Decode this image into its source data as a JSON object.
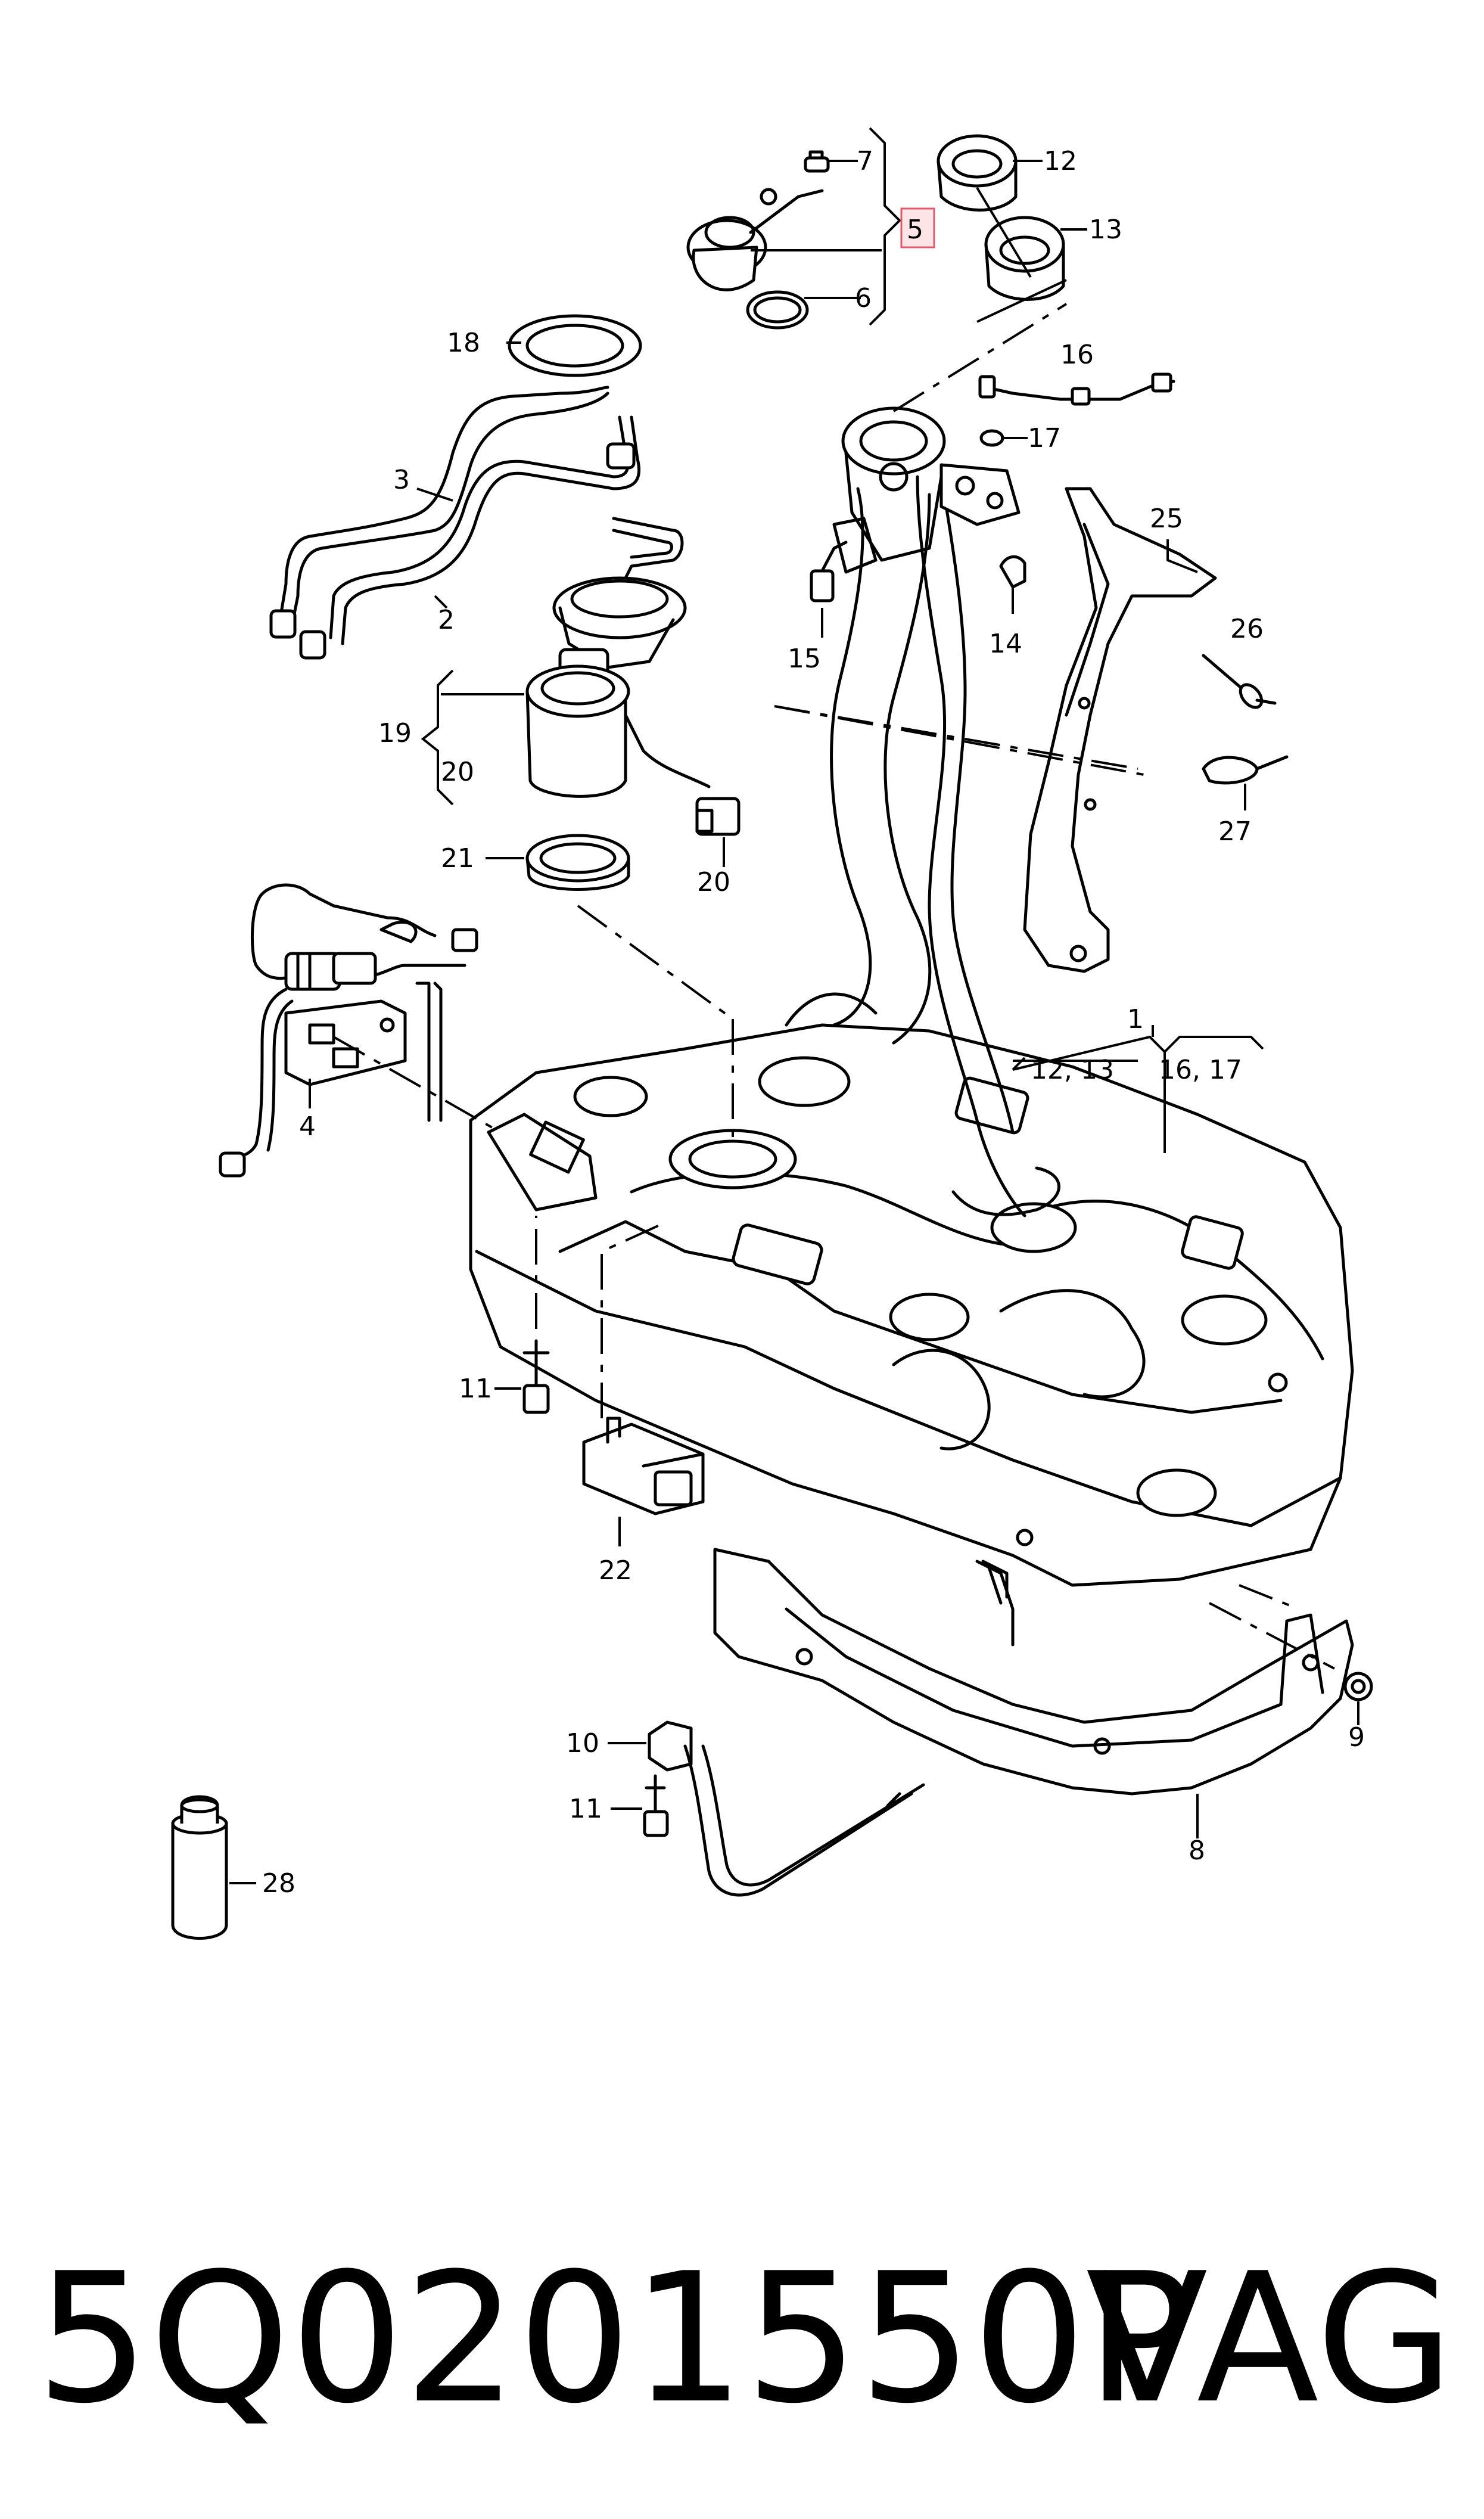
{
  "callouts": {
    "c1": "1",
    "c1_left": "12, 13",
    "c1_right": "16, 17",
    "c2": "2",
    "c3": "3",
    "c4": "4",
    "c5": "5",
    "c6": "6",
    "c7": "7",
    "c8": "8",
    "c9": "9",
    "c10": "10",
    "c11a": "11",
    "c11b": "11",
    "c12": "12",
    "c13": "13",
    "c14": "14",
    "c15": "15",
    "c16": "16",
    "c17": "17",
    "c18": "18",
    "c19": "19",
    "c20a": "20",
    "c20b": "20",
    "c21": "21",
    "c22": "22",
    "c25": "25",
    "c26": "26",
    "c27": "27",
    "c28": "28"
  },
  "footer": {
    "part_number": "5Q0201550P",
    "brand": "VAG"
  },
  "colors": {
    "highlight_fill": "#fde4e7",
    "highlight_stroke": "#e05a6e"
  }
}
